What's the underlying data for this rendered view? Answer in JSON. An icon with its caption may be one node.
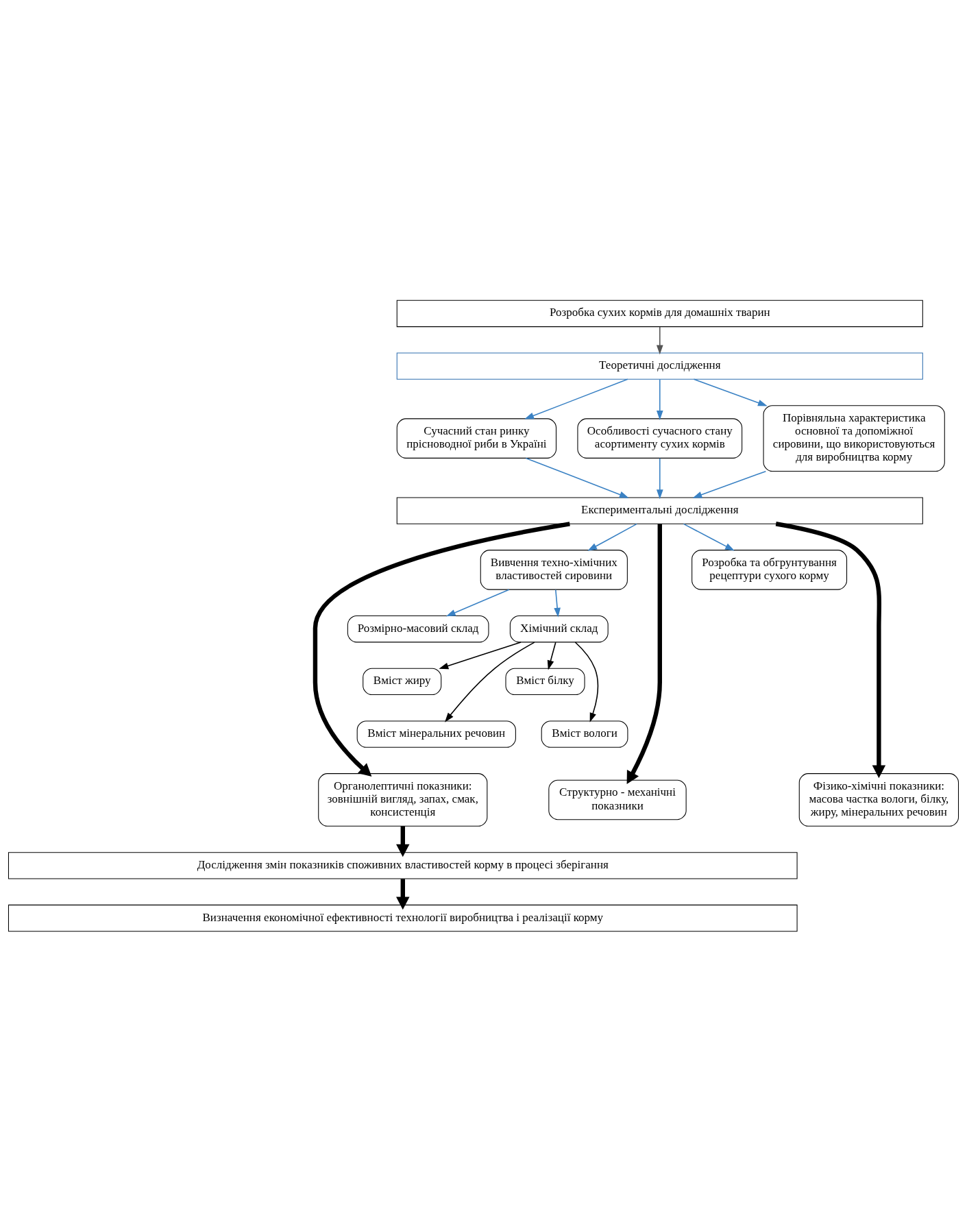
{
  "diagram": {
    "nodes": [
      {
        "text": [
          "Розробка сухих кормів для домашніх тварин"
        ]
      },
      {
        "text": [
          "Теоретичні дослідження"
        ]
      },
      {
        "text": [
          "Сучасний стан ринку прісноводної риби в Україні"
        ]
      },
      {
        "text": [
          "Особливості сучасного стану асортименту сухих кормів"
        ]
      },
      {
        "text": [
          "Порівняльна характеристика основної та допоміжної сировини, що використовуються для виробництва корму"
        ]
      },
      {
        "text": [
          "Експериментальні дослідження"
        ]
      },
      {
        "text": [
          "Вивчення техно-хімічних властивостей сировини"
        ]
      },
      {
        "text": [
          "Розробка та обгрунтування рецептури сухого корму"
        ]
      },
      {
        "text": [
          "Розмірно-масовий склад"
        ]
      },
      {
        "text": [
          "Хімічний склад"
        ]
      },
      {
        "text": [
          "Вміст білку"
        ]
      },
      {
        "text": [
          "Вміст жиру"
        ]
      },
      {
        "text": [
          "Вміст вологи"
        ]
      },
      {
        "text": [
          "Вміст мінеральних речовин"
        ]
      },
      {
        "text": [
          "Структурно - механічні показники"
        ]
      },
      {
        "text": [
          "Органолептичні показники: зовнішній вигляд, запах, смак, консистенція"
        ]
      },
      {
        "text": [
          "Фізико-хімічні показники: масова частка вологи, білку, жиру, мінеральних речовин"
        ]
      },
      {
        "text": [
          "Дослідження змін показників споживних властивостей корму в процесі зберігання"
        ]
      },
      {
        "text": [
          "Визначення економічної ефективності технології виробництва і реалізації корму"
        ]
      }
    ],
    "edges": [
      {
        "from": 0,
        "to": 1,
        "arrow": "to",
        "color": "#555555"
      },
      {
        "from": 1,
        "to": 2,
        "arrow": "to",
        "color": "#3b82c4"
      },
      {
        "from": 1,
        "to": 3,
        "arrow": "to",
        "color": "#3b82c4"
      },
      {
        "from": 1,
        "to": 4,
        "arrow": "to",
        "color": "#3b82c4"
      },
      {
        "from": 2,
        "to": 5,
        "arrow": "to",
        "color": "#3b82c4"
      },
      {
        "from": 3,
        "to": 5,
        "arrow": "to",
        "color": "#3b82c4"
      },
      {
        "from": 4,
        "to": 5,
        "arrow": "to",
        "color": "#3b82c4"
      },
      {
        "from": 5,
        "to": 6,
        "arrow": "to",
        "color": "#3b82c4"
      },
      {
        "from": 5,
        "to": 7,
        "arrow": "to",
        "color": "#3b82c4"
      },
      {
        "from": 6,
        "to": 8,
        "arrow": "to",
        "color": "#3b82c4"
      },
      {
        "from": 6,
        "to": 9,
        "arrow": "to",
        "color": "#3b82c4"
      },
      {
        "from": 9,
        "to": 10,
        "arrow": "to",
        "color": "#000000"
      },
      {
        "from": 9,
        "to": 11,
        "arrow": "to",
        "color": "#000000"
      },
      {
        "from": 9,
        "to": 12,
        "arrow": "to",
        "color": "#000000"
      },
      {
        "from": 9,
        "to": 13,
        "arrow": "to",
        "color": "#000000"
      },
      {
        "from": 5,
        "to": 14,
        "arrow": "to",
        "style": "thick",
        "color": "#000000"
      },
      {
        "from": 5,
        "to": 15,
        "arrow": "to",
        "style": "thick",
        "color": "#000000"
      },
      {
        "from": 5,
        "to": 16,
        "arrow": "to",
        "style": "thick",
        "color": "#000000"
      },
      {
        "from": 15,
        "to": 17,
        "arrow": "to",
        "style": "thick",
        "color": "#000000"
      },
      {
        "from": 17,
        "to": 18,
        "arrow": "to",
        "style": "thick",
        "color": "#000000"
      }
    ]
  }
}
